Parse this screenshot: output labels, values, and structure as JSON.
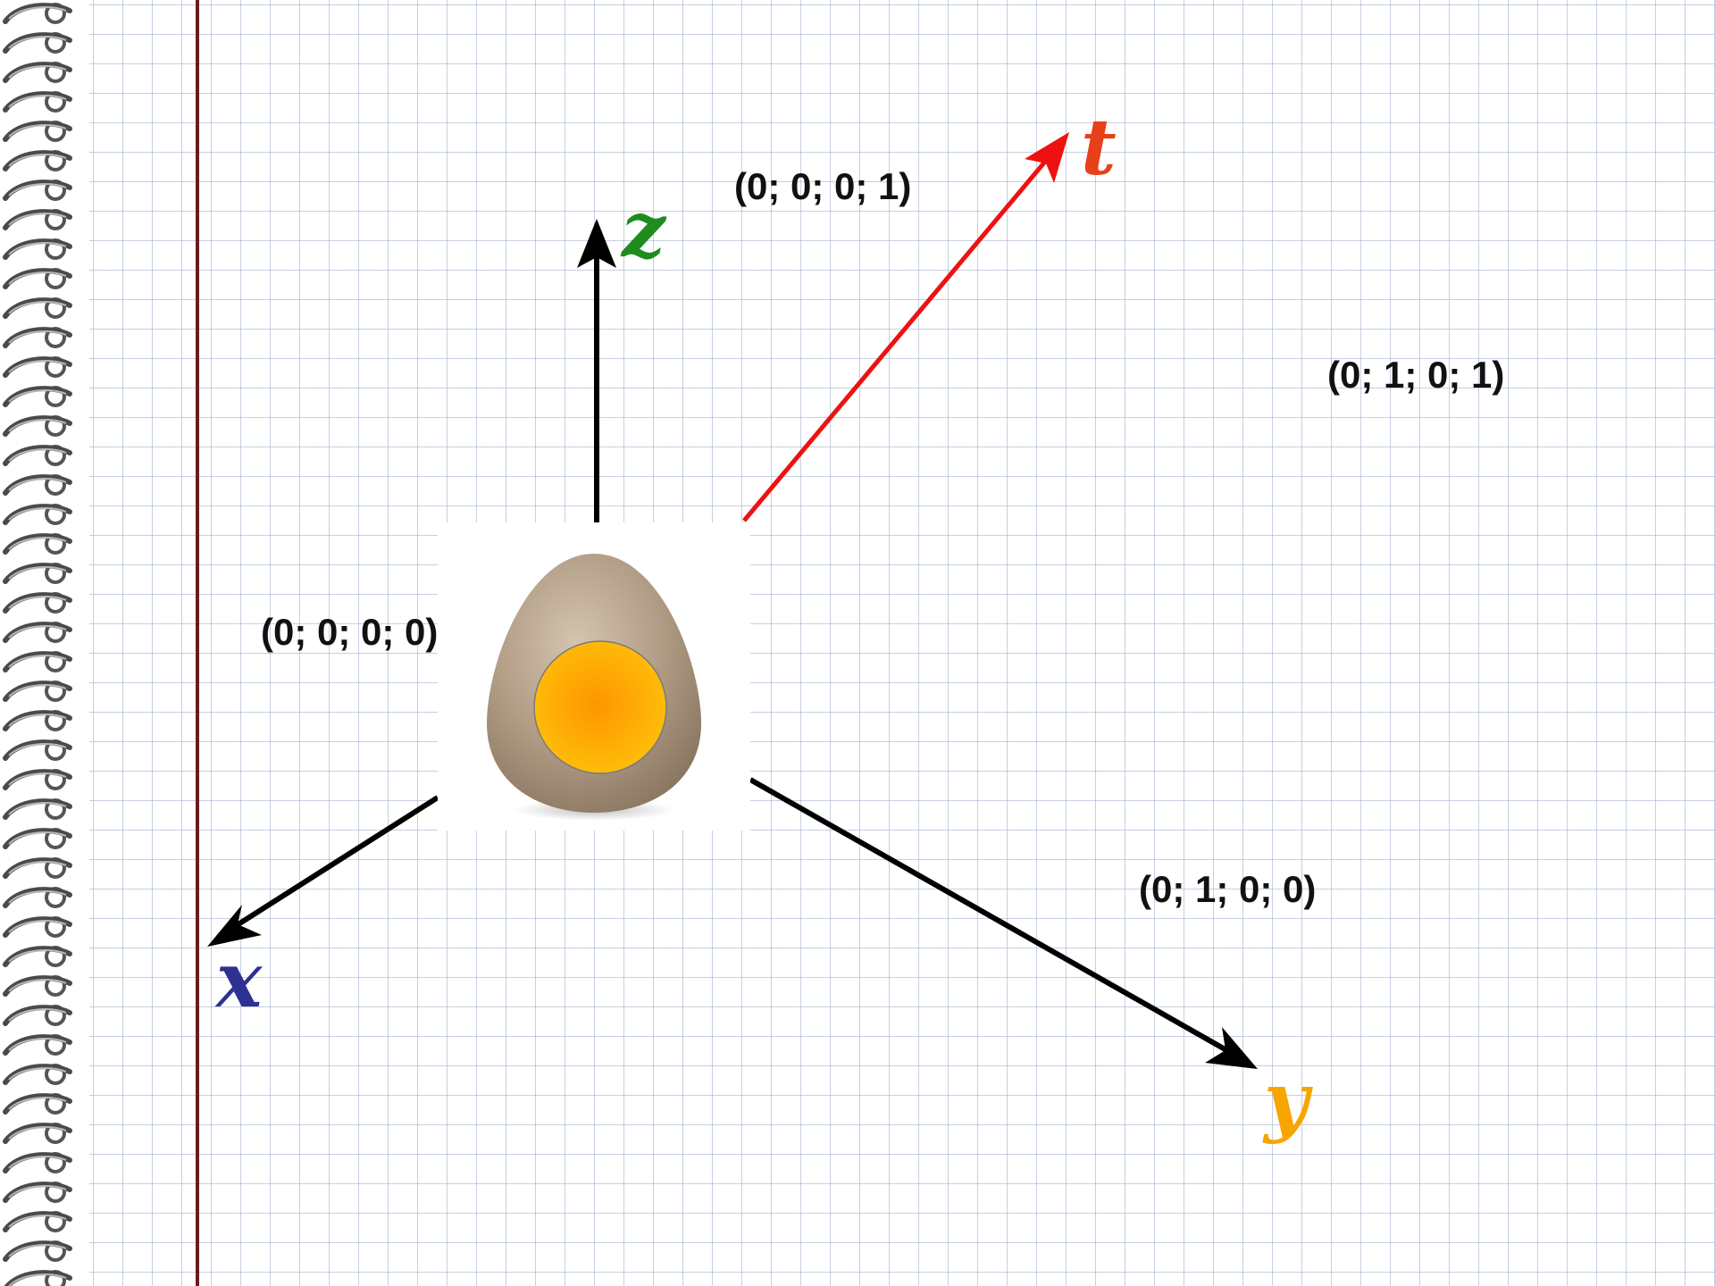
{
  "colors": {
    "axis": "#000000",
    "t_axis": "#ee1111",
    "x_label": "#2e3192",
    "y_label": "#f7a500",
    "z_label": "#1e8c1e",
    "t_label": "#e8411a",
    "yolk": "#ffa500",
    "shell": "#b8a590",
    "margin_line": "#6a1b1b"
  },
  "labels": {
    "x": "x",
    "y": "y",
    "z": "z",
    "t": "t"
  },
  "coordinates": {
    "origin": "(0; 0; 0; 0)",
    "t_point": "(0; 0; 0; 1)",
    "y_point": "(0; 1; 0; 0)",
    "yt_point": "(0; 1; 0; 1)"
  },
  "icons": {
    "egg": "egg-icon",
    "spiral": "notebook-spiral"
  }
}
